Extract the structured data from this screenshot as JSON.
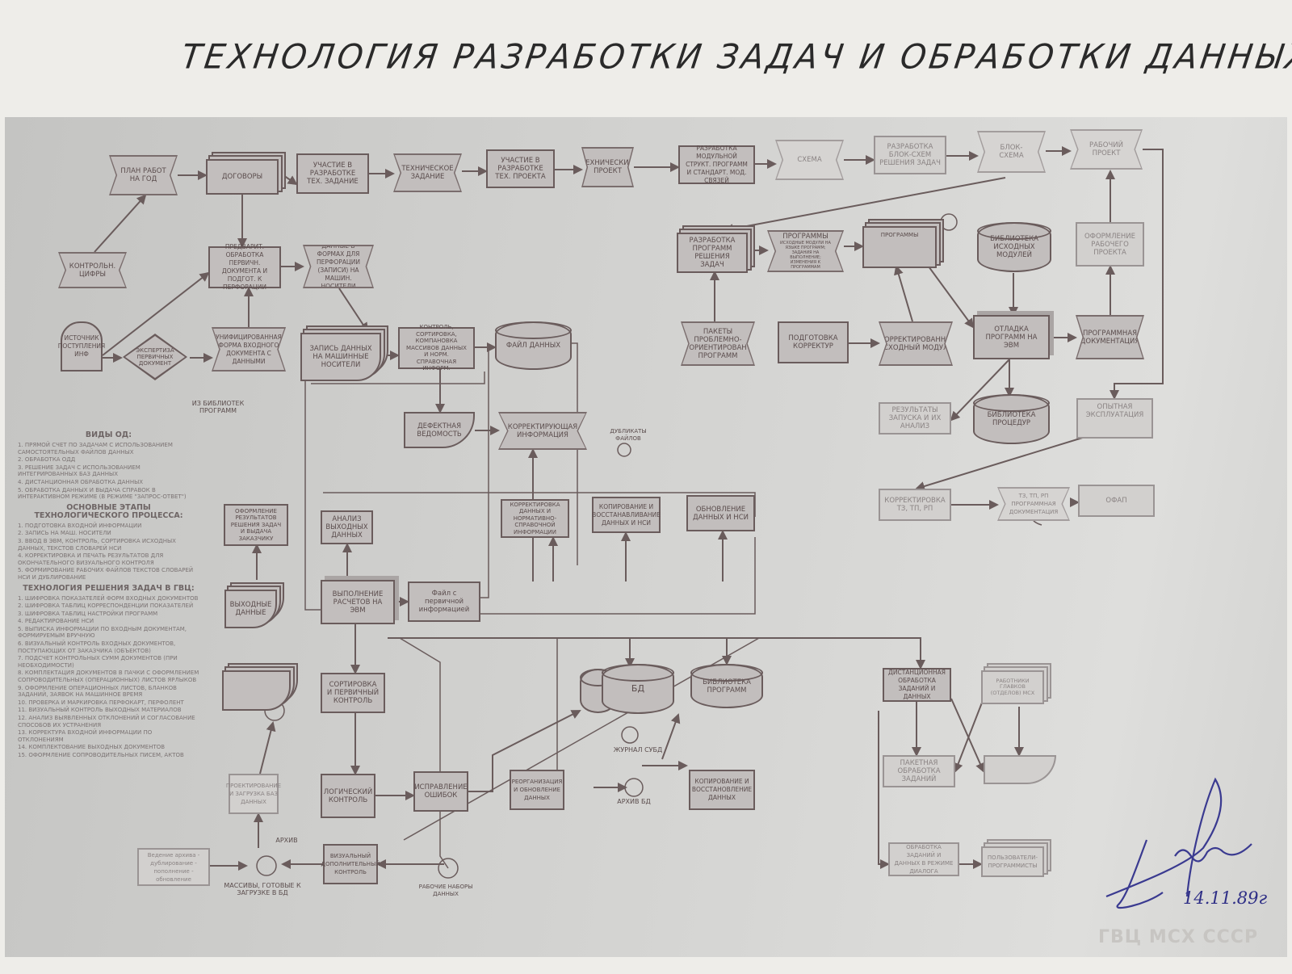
{
  "title": "Технология разработки задач и обработки данных в ГВЦ",
  "nodes": {
    "plan": "План работ на год",
    "dogovory": "Договоры",
    "uchastie_tz": "Участие в разработке тех. задание",
    "tz": "Техническое задание",
    "uchastie_tp": "Участие в разработке тех. проекта",
    "tp": "Технический проект",
    "mod_struct": "Разработка модульной структ. программ и стандарт. мод. связей",
    "schema": "Схема",
    "blok_razrab": "Разработка блок-схем решения задач",
    "blok_schema": "Блок-схема",
    "rab_proekt": "Рабочий проект",
    "kontrol_cifry": "Контрольн. цифры",
    "predvarit": "Предварит. обработка первичн. документа и подгот. к перфорации",
    "dannye_formy": "Данные в формах для перфорации (записи) на машин. носители",
    "razrab_prog": "Разработка программ решения задач",
    "programmy_doc": "Программы",
    "programmy_doc_sub": "исходные модули на языке программ; задания на выполнение; изменения к программам",
    "programmy_screen": "Программы",
    "bibl_ish": "Библиотека исходных модулей",
    "oform_rab": "Оформление рабочего проекта",
    "istochnik": "Источник поступления инф",
    "ekspertiza": "Экспертиза первичных документ",
    "unific": "Унифицированная форма входного документа с данными",
    "zapis": "Запись данных на машинные носители",
    "kontrol_sort": "Контроль, сортировка, компановка массивов данных и норм. справочная информ.",
    "fail_dannyh": "Файл данных",
    "pakety": "Пакеты проблемно-ориентирован программ",
    "podg_korr": "Подготовка корректур",
    "skorr": "Скорректированный исходный модуль",
    "otladka": "Отладка программ на ЭВМ",
    "prog_dok": "Программная документация",
    "iz_bibl": "Из библиотек программ",
    "defekt": "Дефектная ведомость",
    "korr_info": "Корректирующая информация",
    "dublikaty": "Дубликаты файлов",
    "rez_zapuska": "Результаты запуска и их анализ",
    "bibl_proc": "Библиотека процедур",
    "opyt": "Опытная эксплуатация",
    "oform_rez": "Оформление результатов решения задач и выдача заказчику",
    "analiz": "Анализ выходных данных",
    "korr_dannyh": "Корректировка данных и нормативно-справочной информации",
    "kopir_nsi": "Копирование и восстанавливание данных и НСИ",
    "obnovl": "Обновление данных и НСИ",
    "korr_tz": "Корректировка ТЗ, ТП, РП",
    "tz_tp_rp": "ТЗ, ТП, РП программная документация",
    "ofap": "ОФАП",
    "vyhodnye": "Выходные данные",
    "vypolnenie": "Выполнение расчетов на ЭВМ",
    "fail_perv": "Файл с первичной информацией",
    "sortirovka": "Сортировка и первичный контроль",
    "bd": "БД",
    "bibl_prog": "Библиотека программ",
    "distanc": "Дистанционная обработка заданий и данных",
    "rabotniki": "Работники Главков (отделов) МСХ",
    "proekt_bd": "Проектирование и загрузка баз данных",
    "logich": "Логический контроль",
    "ispravl": "Исправление ошибок",
    "reorg": "Реорганизация и обновление данных",
    "zhurnal": "Журнал СУБД",
    "kopir_vosst": "Копирование и восстановление данных",
    "arhiv_bd": "Архив БД",
    "paketnaya": "Пакетная обработка заданий",
    "vedenie": "Ведение архива - дублирование - пополнение - обновление",
    "arhiv": "Архив",
    "massivy": "Массивы, готовые к загрузке в БД",
    "vizual": "Визуальный дополнительный контроль",
    "rab_nabory": "Рабочие наборы данных",
    "dialog": "Обработка заданий и данных в режиме диалога",
    "polzovateli": "Пользователи-программисты"
  },
  "legend": {
    "types_title": "Виды ОД:",
    "types": [
      "1. Прямой счет по задачам с использованием самостоятельных файлов данных",
      "2. Обработка ОДД",
      "3. Решение задач с использованием интегрированных баз данных",
      "4. Дистанционная обработка данных",
      "5. Обработка данных и выдача справок в интерактивном режиме (в режиме \"Запрос-Ответ\")"
    ],
    "stages_title": "Основные этапы технологического процесса:",
    "stages": [
      "1. Подготовка входной информации",
      "2. Запись на маш. носители",
      "3. Ввод в ЭВМ, контроль, сортировка исходных данных, текстов словарей НСИ",
      "4. Корректировка и печать результатов для окончательного визуального контроля",
      "5. Формирование рабочих файлов текстов словарей НСИ и дублирование"
    ],
    "tech_title": "Технология решения задач в ГВЦ:",
    "tech": [
      "1. Шифровка показателей форм входных документов",
      "2. Шифровка таблиц корреспонденции показателей",
      "3. Шифровка таблиц настройки программ",
      "4. Редактирование НСИ",
      "5. Выписка информации по входным документам, формируемым вручную",
      "6. Визуальный контроль входных документов, поступающих от заказчика (объектов)",
      "7. Подсчет контрольных сумм документов (при необходимости)",
      "8. Комплектация документов в пачки с оформлением сопроводительных (операционных) листов ярлыков",
      "9. Оформление операционных листов, бланков заданий, заявок на машинное время",
      "10. Проверка и маркировка перфокарт, перфолент",
      "11. Визуальный контроль выходных материалов",
      "12. Анализ выявленных отклонений и согласование способов их устранения",
      "13. Корректура входной информации по отклонениям",
      "14. Комплектование выходных документов",
      "15. Оформление сопроводительных писем, актов"
    ]
  },
  "signature_date": "14.11.89г",
  "stamp": "ГВЦ МСХ СССР",
  "colors": {
    "ink": "#6a5c5c",
    "signature": "#2e2e86",
    "photo": "#c8c8c6"
  }
}
